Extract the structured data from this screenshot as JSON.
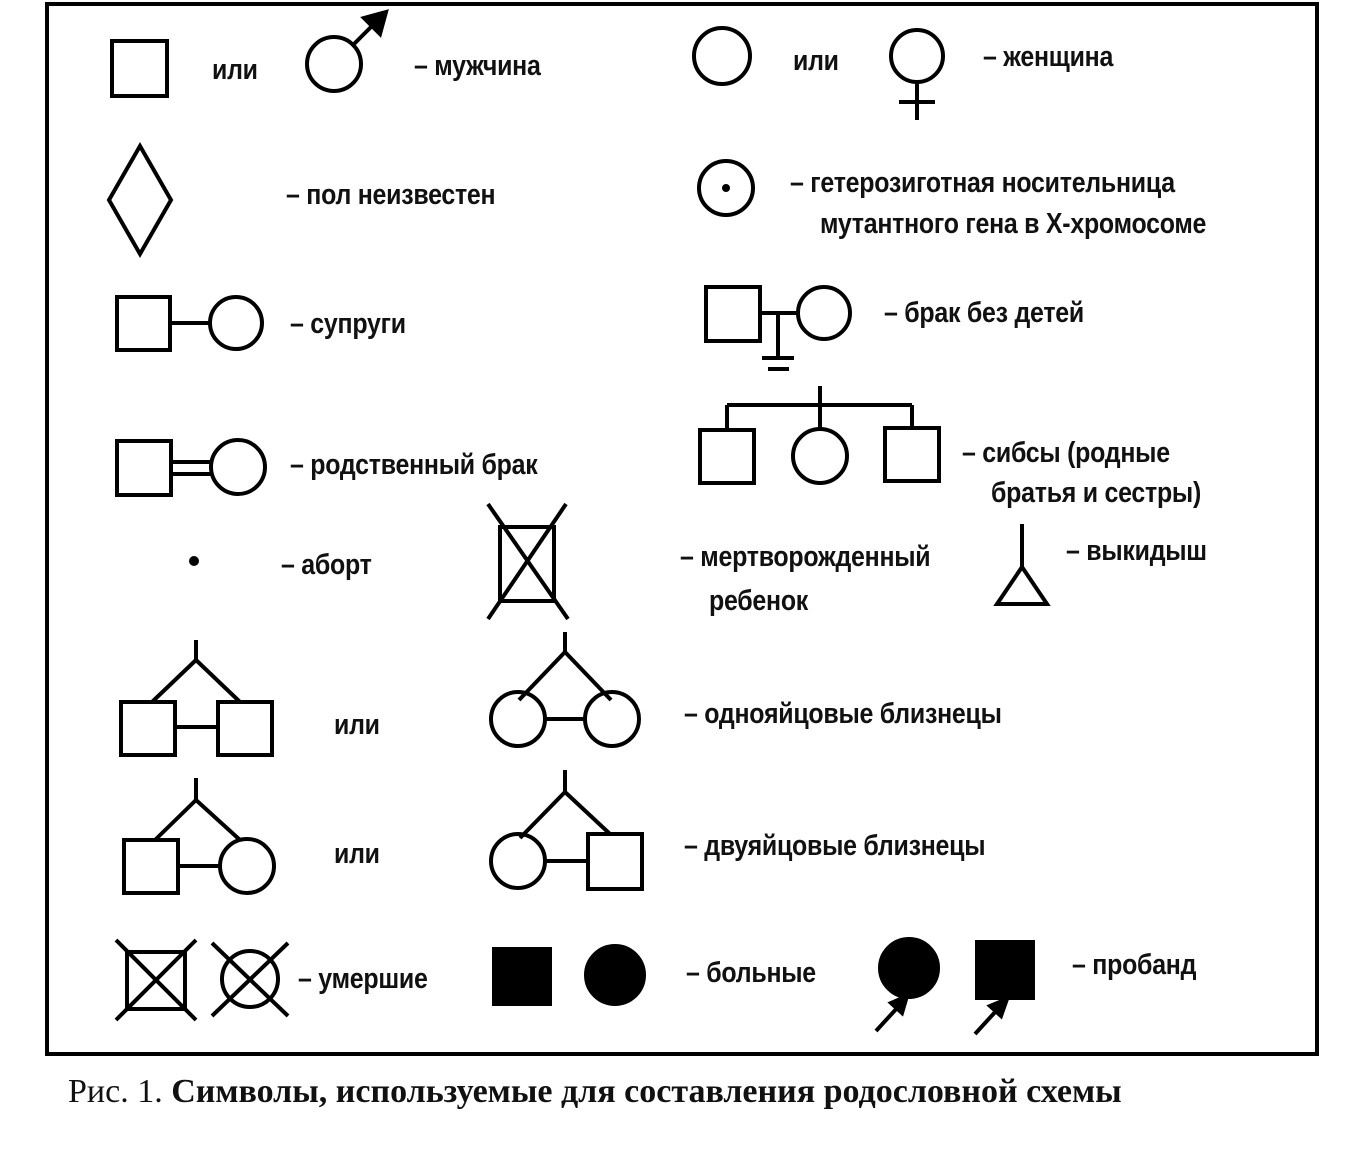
{
  "labels": {
    "or_1": "или",
    "male": "– мужчина",
    "or_2": "или",
    "female": "– женщина",
    "sex_unknown": "– пол неизвестен",
    "carrier_line1": "– гетерозиготная носительница",
    "carrier_line2": "мутантного гена в Х-хромосоме",
    "spouses": "– супруги",
    "childless": "– брак без детей",
    "consanguineous": "– родственный брак",
    "sibs_line1": "– сибсы (родные",
    "sibs_line2": "братья и сестры)",
    "abortion": "– аборт",
    "stillborn_line1": "– мертворожденный",
    "stillborn_line2": "ребенок",
    "miscarriage": "– выкидыш",
    "or_3": "или",
    "monozygotic": "– однояйцовые близнецы",
    "or_4": "или",
    "dizygotic": "– двуяйцовые близнецы",
    "deceased": "– умершие",
    "affected": "– больные",
    "proband": "– пробанд"
  },
  "caption": {
    "prefix": "Рис. 1. ",
    "title": "Символы, используемые для составления родословной схемы"
  },
  "colors": {
    "ink": "#000000",
    "paper": "#ffffff"
  }
}
